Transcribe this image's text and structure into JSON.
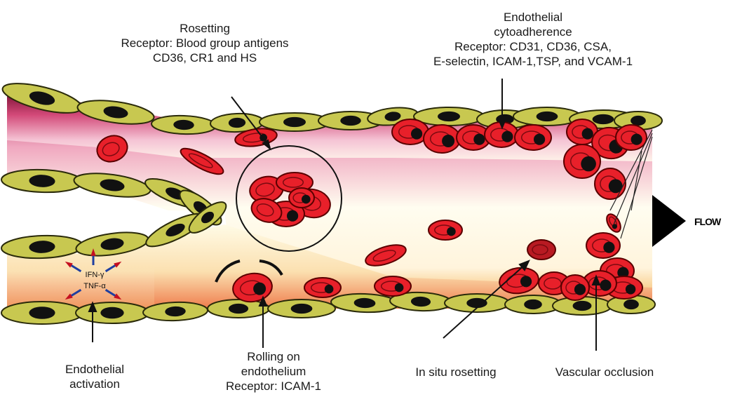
{
  "labels": {
    "rosetting": [
      "Rosetting",
      "Receptor: Blood group antigens",
      "CD36, CR1 and HS"
    ],
    "cytoadherence": [
      "Endothelial",
      "cytoadherence",
      "Receptor: CD31, CD36, CSA,",
      "E-selectin, ICAM-1,TSP, and VCAM-1"
    ],
    "activation": [
      "Endothelial",
      "activation"
    ],
    "rolling": [
      "Rolling on",
      "endothelium",
      "Receptor: ICAM-1"
    ],
    "insitu": "In situ rosetting",
    "occlusion": "Vascular occlusion",
    "cytokine1": "IFN-γ",
    "cytokine2": "TNF-α",
    "flow": "FLOW"
  },
  "colors": {
    "endothelial_cell": "#c8c850",
    "nucleus": "#111111",
    "rbc": "#e8202a",
    "vessel_dark": "#7a1030",
    "vessel_mid": "#f4b0c8",
    "vessel_light": "#fffbe8",
    "activation_glow": "#f4a070",
    "arrow_blue": "#1f3fa0",
    "arrow_red": "#c41020"
  }
}
